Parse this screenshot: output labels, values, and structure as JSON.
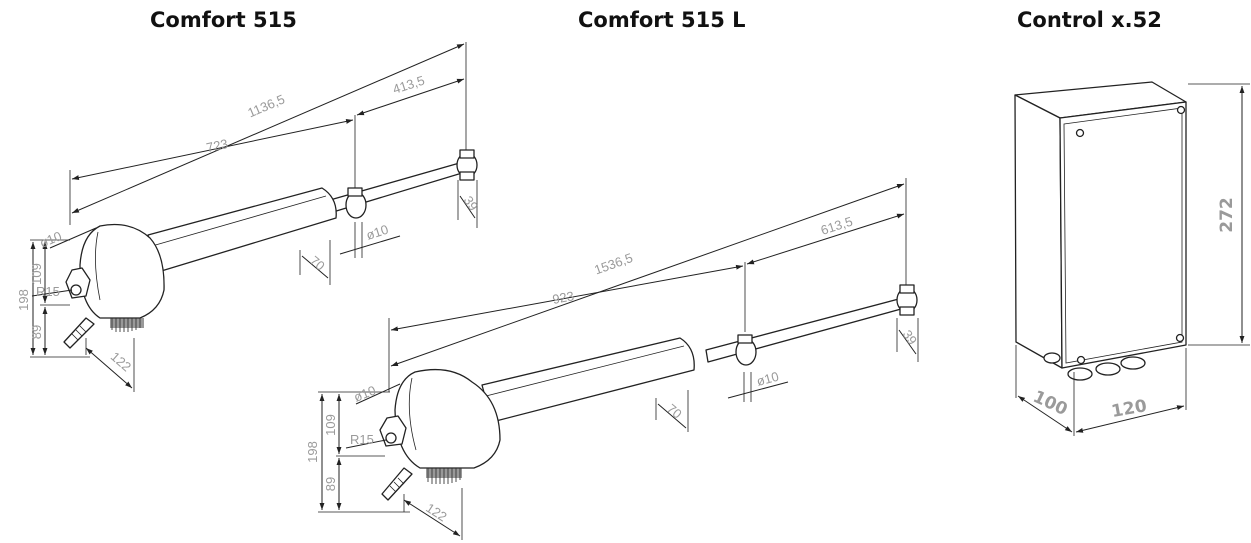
{
  "titles": {
    "comfort515": "Comfort 515",
    "comfort515l": "Comfort 515 L",
    "control": "Control x.52"
  },
  "comfort515": {
    "overall": "1136,5",
    "rod": "413,5",
    "body": "723",
    "tube_dia": "70",
    "pin_dia": "ø10",
    "pin_dia_rear": "ø10",
    "end_height": "39",
    "radius": "R15",
    "upper": "109",
    "lower": "89",
    "height": "198",
    "depth": "122"
  },
  "comfort515l": {
    "overall": "1536,5",
    "rod": "613,5",
    "body": "923",
    "tube_dia": "70",
    "pin_dia": "ø10",
    "pin_dia_rear": "ø10",
    "end_height": "39",
    "radius": "R15",
    "upper": "109",
    "lower": "89",
    "height": "198",
    "depth": "122"
  },
  "control": {
    "height": "272",
    "depth": "100",
    "width": "120"
  }
}
